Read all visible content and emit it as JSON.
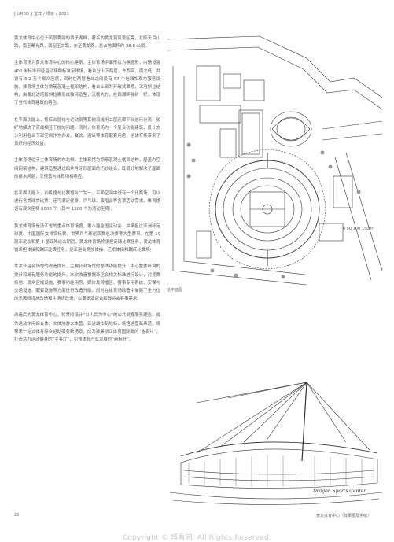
{
  "header": "[ URBD ] 宜宾 / 项目 / 2021",
  "paragraphs": [
    "黄龙体育中心位于风景秀丽的西子湖畔，著名的黄龙洞风景区旁，北临天目山路，南至曙光路，西起玉古路，东至黄龙路，总占地面积约 38.8 公顷。",
    "主体育场为黄龙体育中心的核心建筑，主体育场平面形状为椭圆形，内场设置 400 米标准田径运动场和标准足球场，看台分上下两层，东西高、南北低，共设有 5.2 万个观众座席，同时在两层看台之间设有 57 个包厢和观众服务设施。体育场主体为钢筋混凝土框架结构，看台上部为开敞式罩棚，采用斜拉结构，由南北边塔和斜拉索形成独特造型，沉稳大方，在西湖畔独树一帜，体现了当代体育建筑的特色。",
    "在平面功能上，将综合层线与运动员等其他流线用二层连廊平台进行分流，较好地解决了流线相互干扰的问题。同时，体育场为一个复合功能建筑，设计充分利用看台下部空间作为办公、餐饮、酒店等体育配套用房，给体育场带来了良好的经济效益。",
    "主体育馆位于主体育场的东北侧，主体育馆为钢筋混凝土框架结构，屋盖为空间网架结构，建筑造型通过四片月牙形屋面的巧妙组合，既很好地解决了屋面的排水问题，又使其与体育场相呼应。",
    "在平面功能上，训练馆与比赛馆合二为一，平面空间中设有一个比赛场，可以进行各类球类比赛，还可满足健身、乒乓球、演唱会等各项活动需求。体育馆设有观众座椅 8000 个（其中 1500 个为活动座椅）。",
    "黄龙体育场是浙江省的重点体育场馆，第八届全国运动会，并承担过亚洲杯足球赛、中国国际女排锦标赛、世界乒乓球巡回赛总决赛等大型赛事。在第 19 届亚运会和第 4 届亚残运会期间，黄龙体育场将承担足球比赛任务，黄龙体育馆承担体操和蹦床比赛任务，是亚运会竞技体操、艺术体操和蹦床比赛场。",
    "本次亚运会场馆的改造提升，主要针对场馆的整体功能提升、中心整体环境的提升和既有服务功能的提升。本次改造根据亚运会相关标准进行设计，对竞赛场地、观众区域设施、赛事功能用房、媒体及转播区、赛事专用系统、安保与交通设施、配套设施等方面进行改造升级。同时在体育场改造中兼顾了全方位的无障碍设施改造和主场馆改造，以满足亚运会和残运会赛事需求。",
    "改造后的黄龙体育中心，将贯彻设计“以人民为中心”的公共健身服务理念，成为运动休闲综合体、文体旅游大本营、亚运城市新地标，场馆运营新典范，将带来一站式体育综合运动服务新场景，成为聚集浙江体育国际新的“金名片”，打造活力运动健身的“主客厅”，引领体育产业发展的“新标杆”。"
  ],
  "captions": {
    "site_plan": "总平面图",
    "sketch": "黄龙体育中心（效果图及手绘）"
  },
  "sketch_inscription": "Dragon Sports Center",
  "scale_bar": "0  50  100  150m",
  "page_number": "26",
  "copyright": "Copyright © 博看网. All Rights Reserved."
}
